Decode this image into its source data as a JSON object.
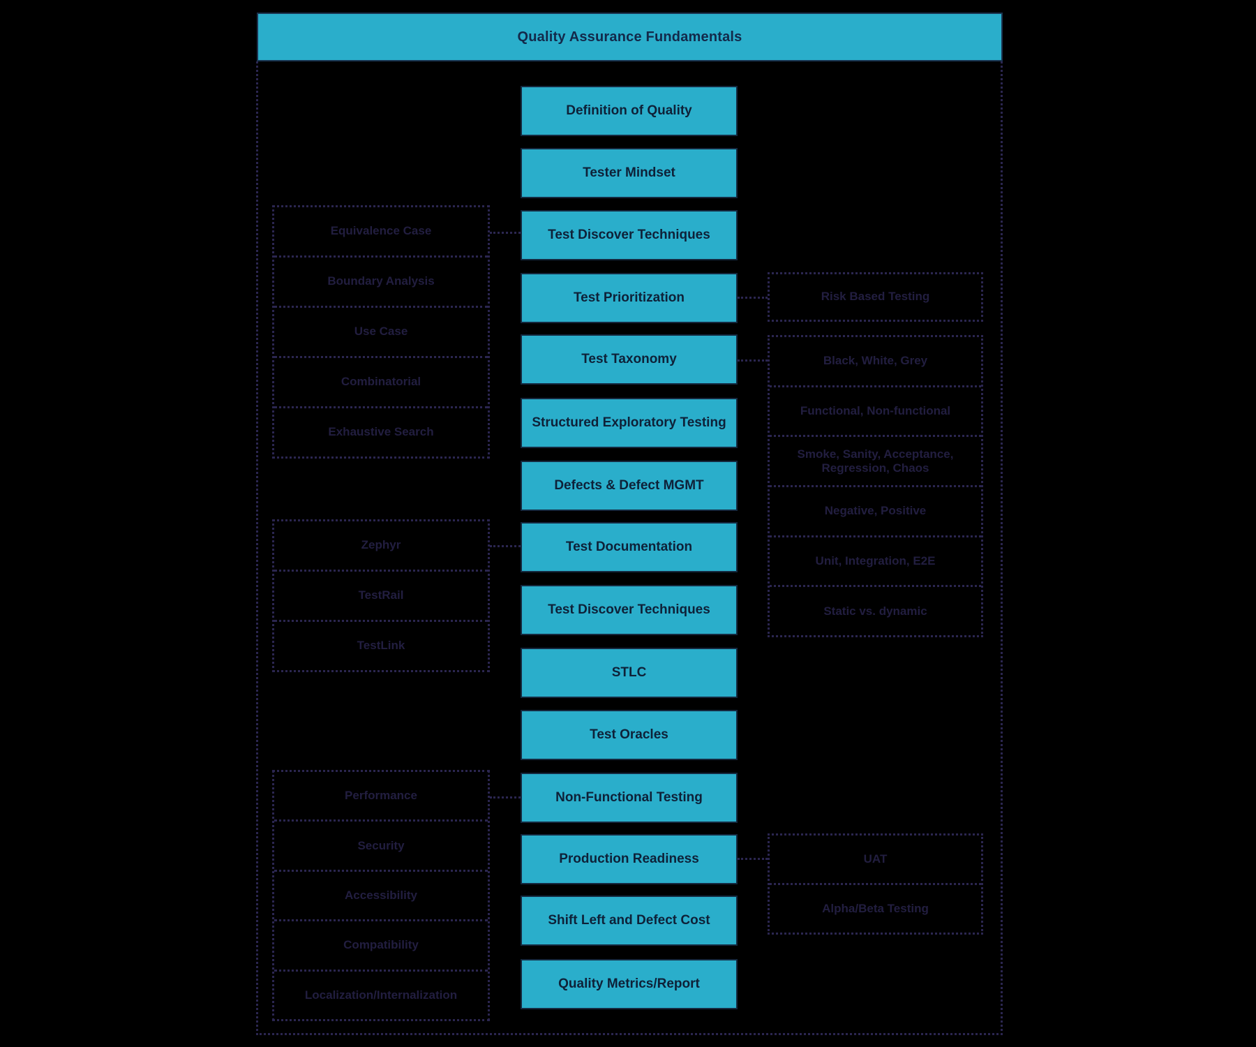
{
  "header": {
    "title": "Quality Assurance Fundamentals"
  },
  "center_nodes": [
    "Definition of Quality",
    "Tester Mindset",
    "Test Discover Techniques",
    "Test Prioritization",
    "Test Taxonomy",
    "Structured Exploratory Testing",
    "Defects & Defect MGMT",
    "Test Documentation",
    "Test Discover Techniques",
    "STLC",
    "Test Oracles",
    "Non-Functional Testing",
    "Production Readiness",
    "Shift Left and Defect Cost",
    "Quality Metrics/Report"
  ],
  "left_groups": [
    {
      "items": [
        "Equivalence Case",
        "Boundary Analysis",
        "Use Case",
        "Combinatorial",
        "Exhaustive Search"
      ]
    },
    {
      "items": [
        "Zephyr",
        "TestRail",
        "TestLink"
      ]
    },
    {
      "items": [
        "Performance",
        "Security",
        "Accessibility",
        "Compatibility",
        "Localization/Internalization"
      ]
    }
  ],
  "right_groups": [
    {
      "items": [
        "Risk Based Testing"
      ]
    },
    {
      "items": [
        "Black, White, Grey",
        "Functional, Non-functional",
        "Smoke, Sanity, Acceptance, Regression, Chaos",
        "Negative, Positive",
        "Unit, Integration, E2E",
        "Static vs. dynamic"
      ]
    },
    {
      "items": [
        "UAT",
        "Alpha/Beta Testing"
      ]
    }
  ],
  "colors": {
    "background": "#000000",
    "accent": "#2aaecb",
    "node_border": "#15293f",
    "node_text": "#0e2138",
    "muted_text": "#221e40",
    "dotted_line": "#2b2650"
  }
}
